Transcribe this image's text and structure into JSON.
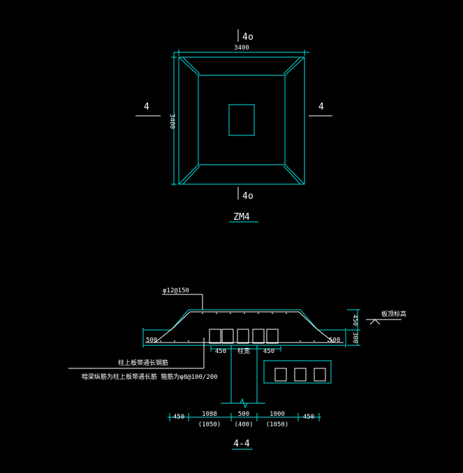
{
  "plan": {
    "section_mark": "4",
    "dim_width": "3400",
    "dim_height": "3400",
    "title": "ZM4"
  },
  "section": {
    "title": "4-4",
    "top_rebar": "φ12@150",
    "left_edge": "500",
    "right_edge": "500",
    "height_top": "450",
    "height_bottom": "300",
    "right_note": "板顶标高",
    "inner_left": "450",
    "inner_mid": "柱宽",
    "inner_right": "450",
    "note_line1": "柱上板带通长钢筋",
    "note_line2": "暗梁纵筋为柱上板带通长筋 箍筋为φ8@100/200",
    "bottom_dims": [
      "450",
      "1088",
      "500",
      "1000",
      "450"
    ],
    "bottom_dims_paren": [
      "(1050)",
      "(400)",
      "(1050)"
    ]
  },
  "colors": {
    "line": "#00e5e5",
    "text": "#ffffff"
  }
}
